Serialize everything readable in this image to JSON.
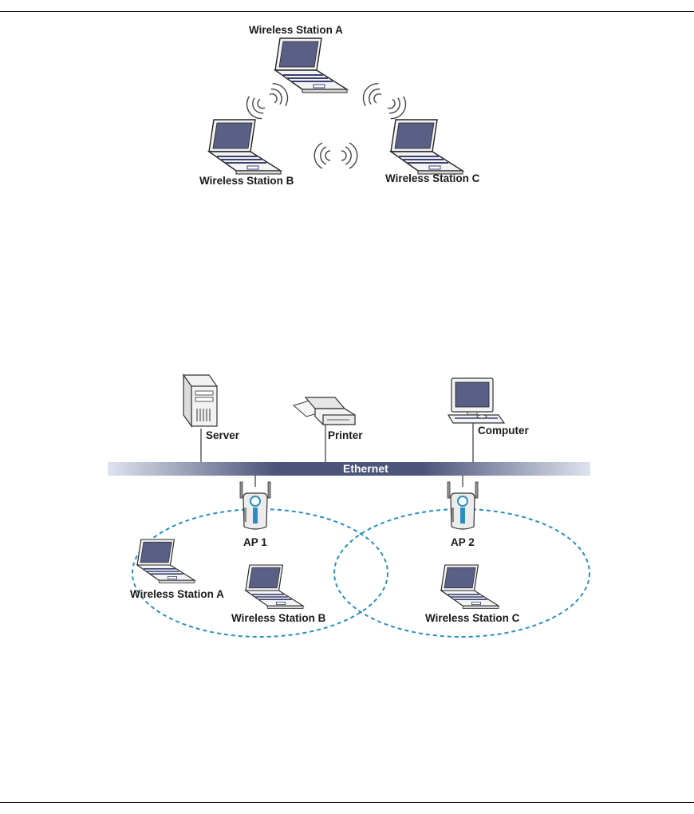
{
  "adhoc_diagram": {
    "station_a": "Wireless Station A",
    "station_b": "Wireless Station B",
    "station_c": "Wireless Station C"
  },
  "infrastructure_diagram": {
    "server": "Server",
    "printer": "Printer",
    "computer": "Computer",
    "ethernet": "Ethernet",
    "ap1": "AP 1",
    "ap2": "AP 2",
    "station_a": "Wireless Station A",
    "station_b": "Wireless Station B",
    "station_c": "Wireless Station C"
  },
  "colors": {
    "laptop_screen": "#5a5f86",
    "cell_boundary": "#2a8fc0",
    "ethernet_bar": "#4b5479"
  }
}
